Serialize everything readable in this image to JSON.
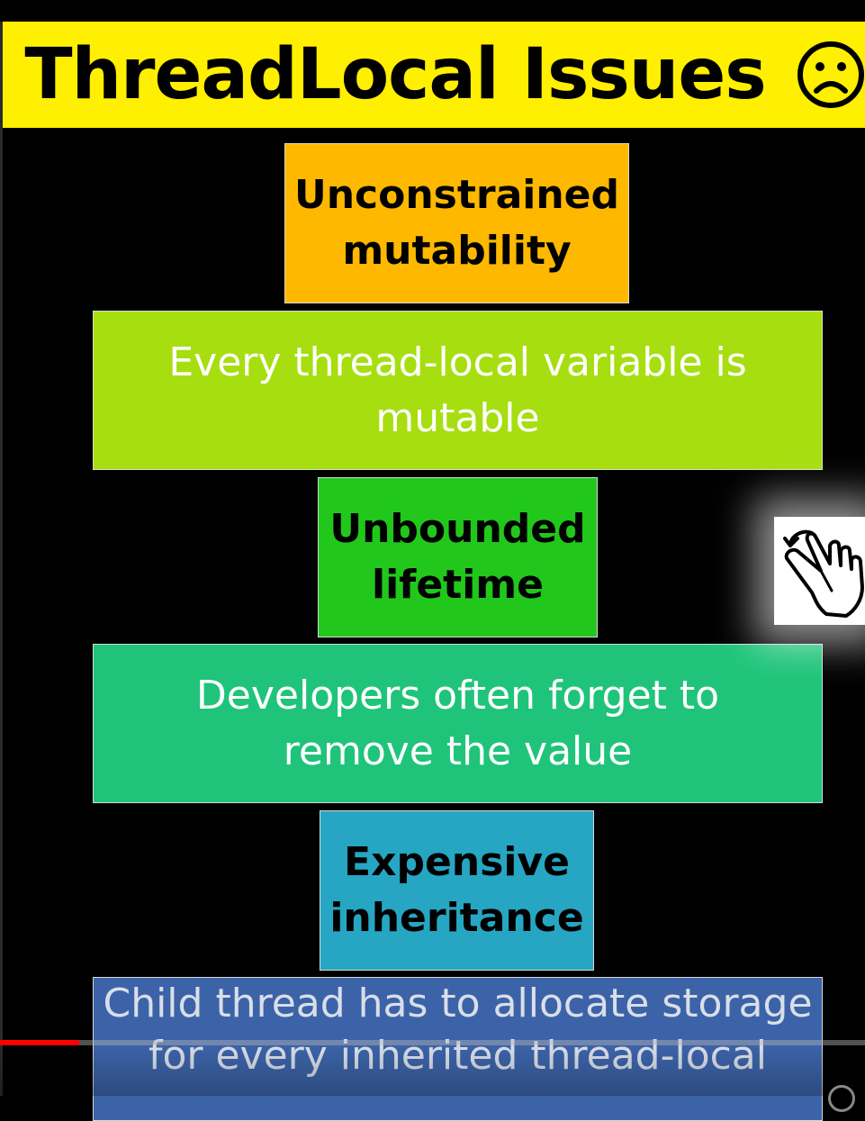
{
  "slide": {
    "title": "ThreadLocal Issues",
    "title_icon": "sad-face-icon",
    "items": [
      {
        "kind": "heading",
        "text": "Unconstrained\nmutability",
        "color": "#FFB800"
      },
      {
        "kind": "description",
        "text": "Every thread-local variable is\nmutable",
        "color": "#A6DE10"
      },
      {
        "kind": "heading",
        "text": "Unbounded\nlifetime",
        "color": "#22C71C"
      },
      {
        "kind": "description",
        "text": "Developers often forget to\nremove the value",
        "color": "#1FC47A"
      },
      {
        "kind": "heading",
        "text": "Expensive\ninheritance",
        "color": "#26A6C2"
      },
      {
        "kind": "description",
        "text": "Child thread has to allocate storage\nfor every inherited thread-local",
        "color": "#3C63A8"
      }
    ]
  },
  "overlay": {
    "gesture_icon": "hand-swipe-icon"
  },
  "player": {
    "progress": 0.092,
    "played_color": "#FF0000"
  },
  "colors": {
    "banner": "#FFEF00",
    "background": "#000000"
  }
}
